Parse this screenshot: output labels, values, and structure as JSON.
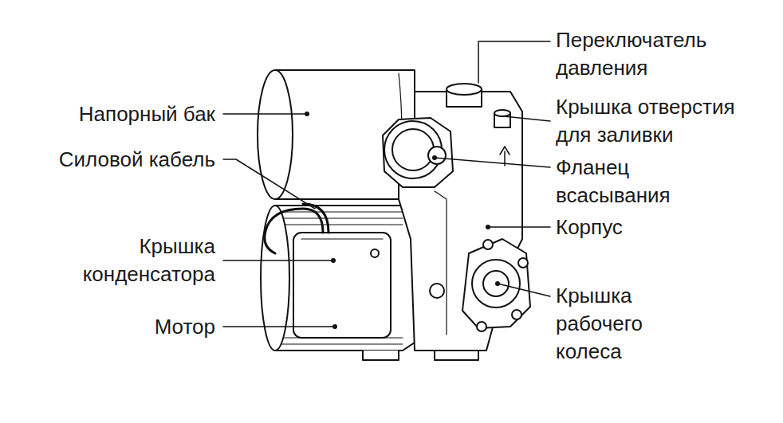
{
  "diagram": {
    "labels": [
      "Напорный бак",
      "Силовой кабель",
      "Крышка конденсатора",
      "Мотор",
      "Переключатель давления",
      "Крышка отверстия для заливки",
      "Фланец всасывания",
      "Корпус",
      "Крышка рабочего колеса"
    ]
  }
}
